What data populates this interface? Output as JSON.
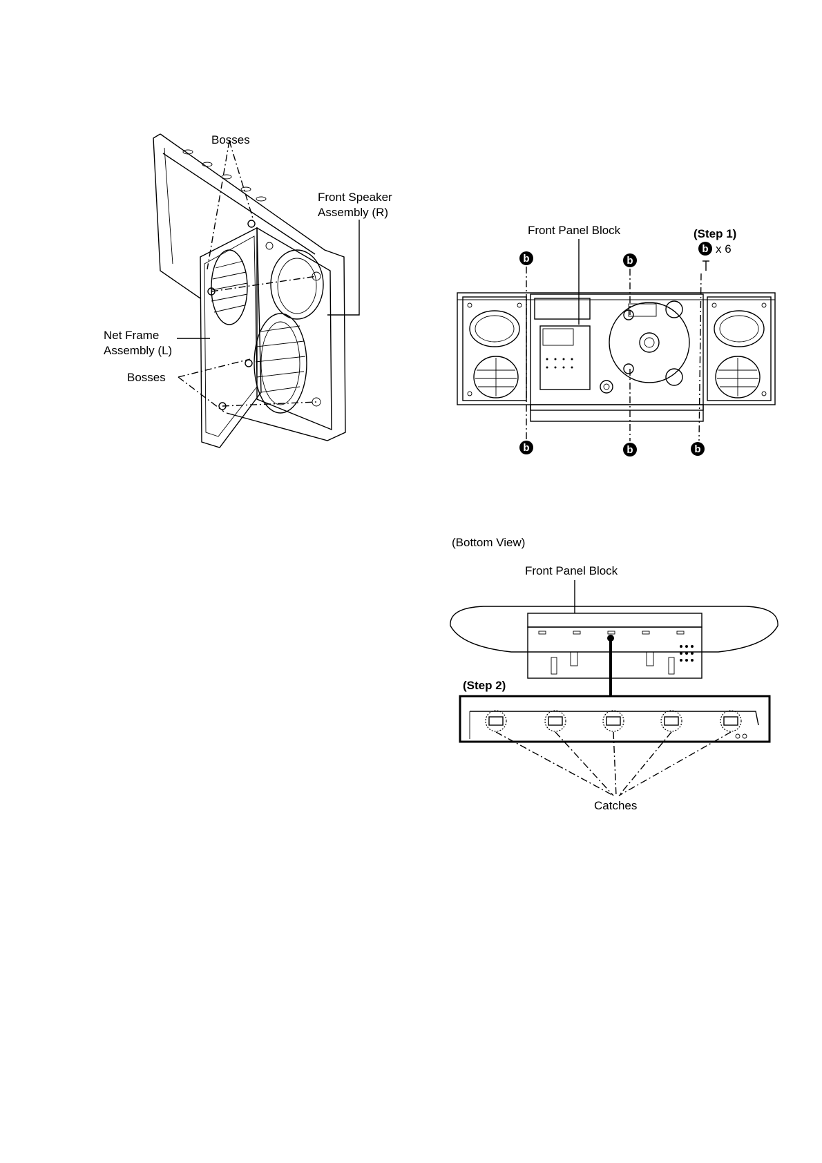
{
  "figure_left": {
    "label_bosses_top": "Bosses",
    "label_front_speaker_line1": "Front Speaker",
    "label_front_speaker_line2": "Assembly (R)",
    "label_net_frame_line1": "Net Frame",
    "label_net_frame_line2": "Assembly (L)",
    "label_bosses_bottom": "Bosses"
  },
  "figure_front": {
    "label_front_panel_block": "Front Panel Block",
    "step": "(Step 1)",
    "screw_letter": "b",
    "screw_count": "x 6"
  },
  "figure_bottom": {
    "label_view": "(Bottom View)",
    "label_front_panel_block": "Front Panel Block",
    "step": "(Step 2)",
    "label_catches": "Catches"
  },
  "colors": {
    "ink": "#000000",
    "paper": "#ffffff"
  }
}
